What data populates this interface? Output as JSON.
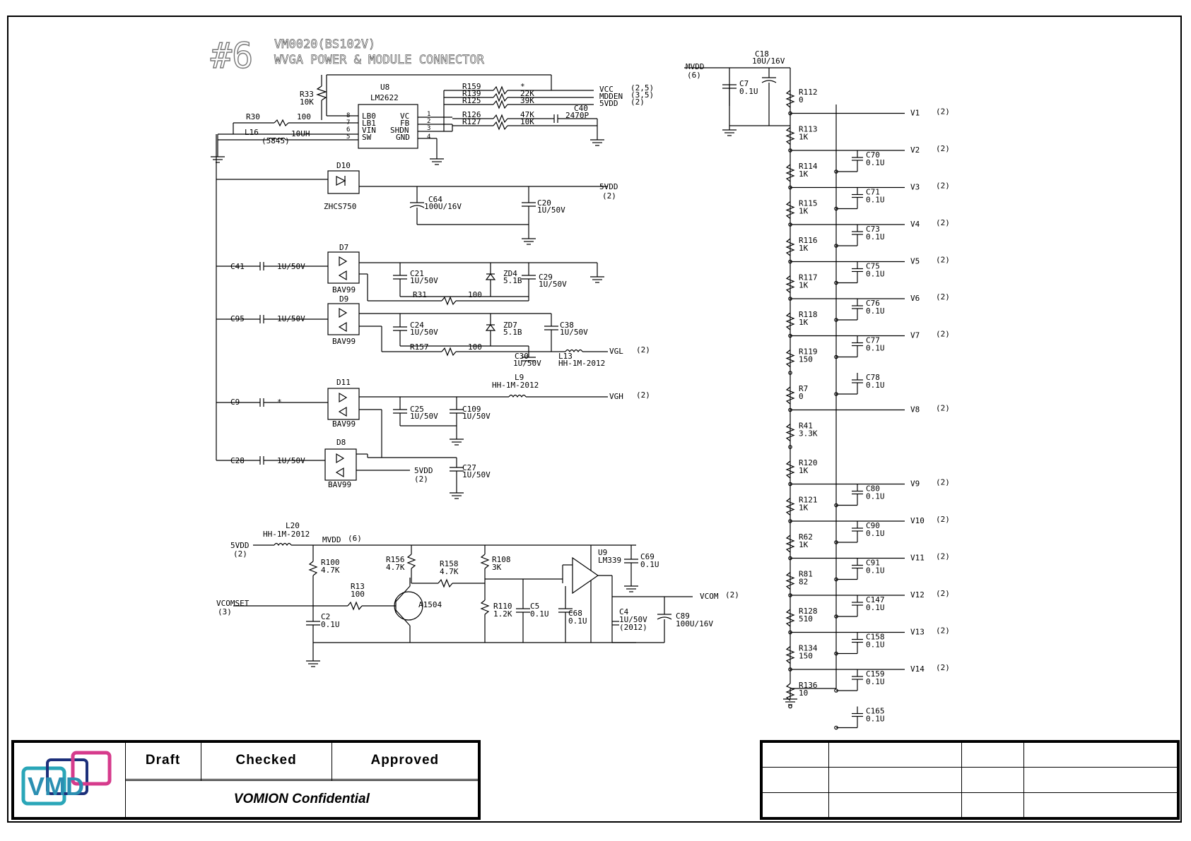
{
  "title": {
    "number": "#6",
    "line1": "VM0020(BS102V)",
    "line2": "WVGA POWER & MODULE CONNECTOR"
  },
  "title_block": {
    "logo": "VMD",
    "columns": [
      "Draft",
      "Checked",
      "Approved"
    ],
    "confidential": "VOMION Confidential"
  },
  "labels": {
    "u8": "U8",
    "u8_part": "LM2622",
    "u8_pins_left": [
      "LB0",
      "LB1",
      "VIN",
      "SW"
    ],
    "u8_pins_right": [
      "VC",
      "FB",
      "SHDN",
      "GND"
    ],
    "u8_pinnum_left": [
      "8",
      "7",
      "6",
      "5"
    ],
    "u8_pinnum_right": [
      "1",
      "2",
      "3",
      "4"
    ],
    "r33": "R33",
    "r33_val": "10K",
    "r30": "R30",
    "r30_val": "100",
    "l16": "L16",
    "l16_val": "10UH",
    "l16_pkg": "(5845)",
    "r159": "R159",
    "r159_val": "*",
    "r139": "R139",
    "r139_val": "22K",
    "r125": "R125",
    "r125_val": "39K",
    "r126": "R126",
    "r126_val": "47K",
    "r127": "R127",
    "r127_val": "10K",
    "c40": "C40",
    "c40_val": "2470P",
    "vcc": "VCC",
    "vcc_ref": "(2,5)",
    "mdden": "MDDEN",
    "mdden_ref": "(3,5)",
    "svdd_a": "5VDD",
    "svdd_a_ref": "(2)",
    "d10": "D10",
    "d10_part": "ZHCS750",
    "svdd_b": "5VDD",
    "svdd_b_ref": "(2)",
    "c64": "C64",
    "c64_val": "100U/16V",
    "c20": "C20",
    "c20_val": "1U/50V",
    "c41": "C41",
    "c41_val": "1U/50V",
    "d7": "D7",
    "d7_part": "BAV99",
    "c21": "C21",
    "c21_val": "1U/50V",
    "zd4": "ZD4",
    "zd4_val": "5.1B",
    "c29": "C29",
    "c29_val": "1U/50V",
    "r31": "R31",
    "r31_val": "100",
    "c95": "C95",
    "c95_val": "1U/50V",
    "d9": "D9",
    "d9_part": "BAV99",
    "c24": "C24",
    "c24_val": "1U/50V",
    "zd7": "ZD7",
    "zd7_val": "5.1B",
    "c38": "C38",
    "c38_val": "1U/50V",
    "r157": "R157",
    "r157_val": "100",
    "c30": "C30",
    "c30_val": "1U/50V",
    "l13": "L13",
    "l13_val": "HH-1M-2012",
    "vgl": "VGL",
    "vgl_ref": "(2)",
    "l9": "L9",
    "l9_val": "HH-1M-2012",
    "c9": "C9",
    "c9_val": "*",
    "d11": "D11",
    "d11_part": "BAV99",
    "c25": "C25",
    "c25_val": "1U/50V",
    "c109": "C109",
    "c109_val": "1U/50V",
    "vgh": "VGH",
    "vgh_ref": "(2)",
    "c28": "C28",
    "c28_val": "1U/50V",
    "d8": "D8",
    "d8_part": "BAV99",
    "svdd_c": "5VDD",
    "svdd_c_ref": "(2)",
    "c27": "C27",
    "c27_val": "1U/50V",
    "l20": "L20",
    "l20_val": "HH-1M-2012",
    "svdd_d": "5VDD",
    "svdd_d_ref": "(2)",
    "mvdd_b": "MVDD",
    "mvdd_b_ref": "(6)",
    "r100": "R100",
    "r100_val": "4.7K",
    "vcomset": "VCOMSET",
    "vcomset_ref": "(3)",
    "r13": "R13",
    "r13_val": "100",
    "c2": "C2",
    "c2_val": "0.1U",
    "r156": "R156",
    "r156_val": "4.7K",
    "a1504": "A1504",
    "r158": "R158",
    "r158_val": "4.7K",
    "r108": "R108",
    "r108_val": "3K",
    "r110": "R110",
    "r110_val": "1.2K",
    "c5": "C5",
    "c5_val": "0.1U",
    "u9": "U9",
    "u9_part": "LM339",
    "c68": "C68",
    "c68_val": "0.1U",
    "c69": "C69",
    "c69_val": "0.1U",
    "c4": "C4",
    "c4_val": "1U/50V",
    "c4_pkg": "(2012)",
    "c89": "C89",
    "c89_val": "100U/16V",
    "vcom": "VCOM",
    "vcom_ref": "(2)",
    "mvdd_a": "MVDD",
    "mvdd_a_ref": "(6)",
    "c18": "C18",
    "c18_val": "10U/16V",
    "c7": "C7",
    "c7_val": "0.1U"
  },
  "ladder": [
    {
      "r": "R112",
      "rv": "0",
      "c": "",
      "cv": "",
      "v": "V1",
      "ref": "(2)"
    },
    {
      "r": "R113",
      "rv": "1K",
      "c": "C70",
      "cv": "0.1U",
      "v": "V2",
      "ref": "(2)"
    },
    {
      "r": "R114",
      "rv": "1K",
      "c": "C71",
      "cv": "0.1U",
      "v": "V3",
      "ref": "(2)"
    },
    {
      "r": "R115",
      "rv": "1K",
      "c": "C73",
      "cv": "0.1U",
      "v": "V4",
      "ref": "(2)"
    },
    {
      "r": "R116",
      "rv": "1K",
      "c": "C75",
      "cv": "0.1U",
      "v": "V5",
      "ref": "(2)"
    },
    {
      "r": "R117",
      "rv": "1K",
      "c": "C76",
      "cv": "0.1U",
      "v": "V6",
      "ref": "(2)"
    },
    {
      "r": "R118",
      "rv": "1K",
      "c": "C77",
      "cv": "0.1U",
      "v": "V7",
      "ref": "(2)"
    },
    {
      "r": "R119",
      "rv": "150",
      "c": "C78",
      "cv": "0.1U",
      "v": "",
      "ref": ""
    },
    {
      "r": "R7",
      "rv": "0",
      "c": "",
      "cv": "",
      "v": "V8",
      "ref": "(2)"
    },
    {
      "r": "R41",
      "rv": "3.3K",
      "c": "",
      "cv": "",
      "v": "",
      "ref": ""
    },
    {
      "r": "R120",
      "rv": "1K",
      "c": "C80",
      "cv": "0.1U",
      "v": "V9",
      "ref": "(2)"
    },
    {
      "r": "R121",
      "rv": "1K",
      "c": "C90",
      "cv": "0.1U",
      "v": "V10",
      "ref": "(2)"
    },
    {
      "r": "R62",
      "rv": "1K",
      "c": "C91",
      "cv": "0.1U",
      "v": "V11",
      "ref": "(2)"
    },
    {
      "r": "R81",
      "rv": "82",
      "c": "C147",
      "cv": "0.1U",
      "v": "V12",
      "ref": "(2)"
    },
    {
      "r": "R128",
      "rv": "510",
      "c": "C158",
      "cv": "0.1U",
      "v": "V13",
      "ref": "(2)"
    },
    {
      "r": "R134",
      "rv": "150",
      "c": "C159",
      "cv": "0.1U",
      "v": "V14",
      "ref": "(2)"
    },
    {
      "r": "R136",
      "rv": "10",
      "c": "C165",
      "cv": "0.1U",
      "v": "",
      "ref": ""
    }
  ],
  "colors": {
    "ink": "#000000",
    "wire": "#111111",
    "logo_cyan": "#2aa6b8",
    "logo_pink": "#d63b8c",
    "logo_navy": "#1c2f7a"
  }
}
